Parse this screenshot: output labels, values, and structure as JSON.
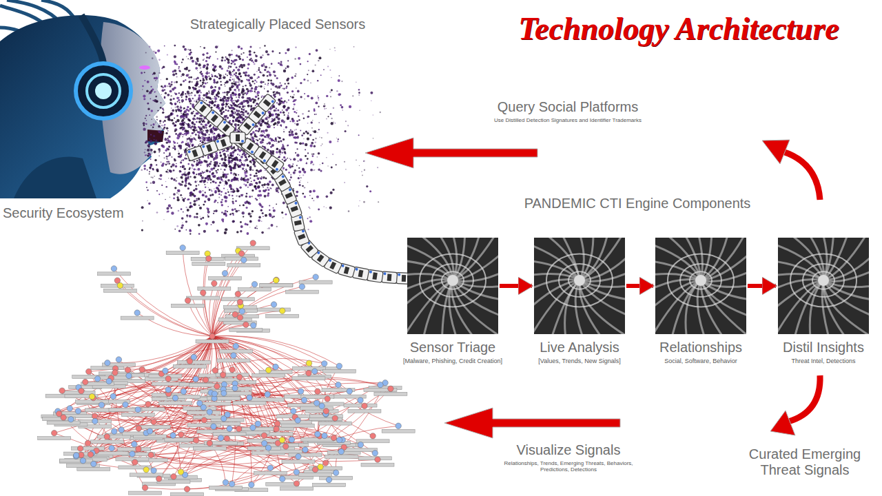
{
  "diagram": {
    "title": "Technology Architecture",
    "nodes": [
      {
        "text": [
          "Sensor Triage",
          "[Malware, Phishing, Credit Creation]"
        ]
      },
      {
        "text": [
          "Live Analysis",
          "[Values, Trends, New Signals]"
        ]
      },
      {
        "text": [
          "Relationships",
          "Social, Software, Behavior"
        ]
      },
      {
        "text": [
          "Distil Insights",
          "Threat Intel, Detections"
        ]
      }
    ],
    "edges": [
      {
        "from": 0,
        "to": 1,
        "arrow": "to"
      },
      {
        "from": 1,
        "to": 2,
        "arrow": "to"
      },
      {
        "from": 2,
        "to": 3,
        "arrow": "to"
      }
    ],
    "labels": [
      "Strategically Placed Sensors",
      "Security Ecosystem",
      "Query Social Platforms",
      "Use Distilled Detection Signatures and Identifier Trademarks",
      "PANDEMIC CTI Engine Components",
      "Curated Emerging Threat Signals",
      "Visualize Signals",
      "Relationships, Trends, Emerging Threats, Behaviors, Predictions, Detections"
    ]
  }
}
